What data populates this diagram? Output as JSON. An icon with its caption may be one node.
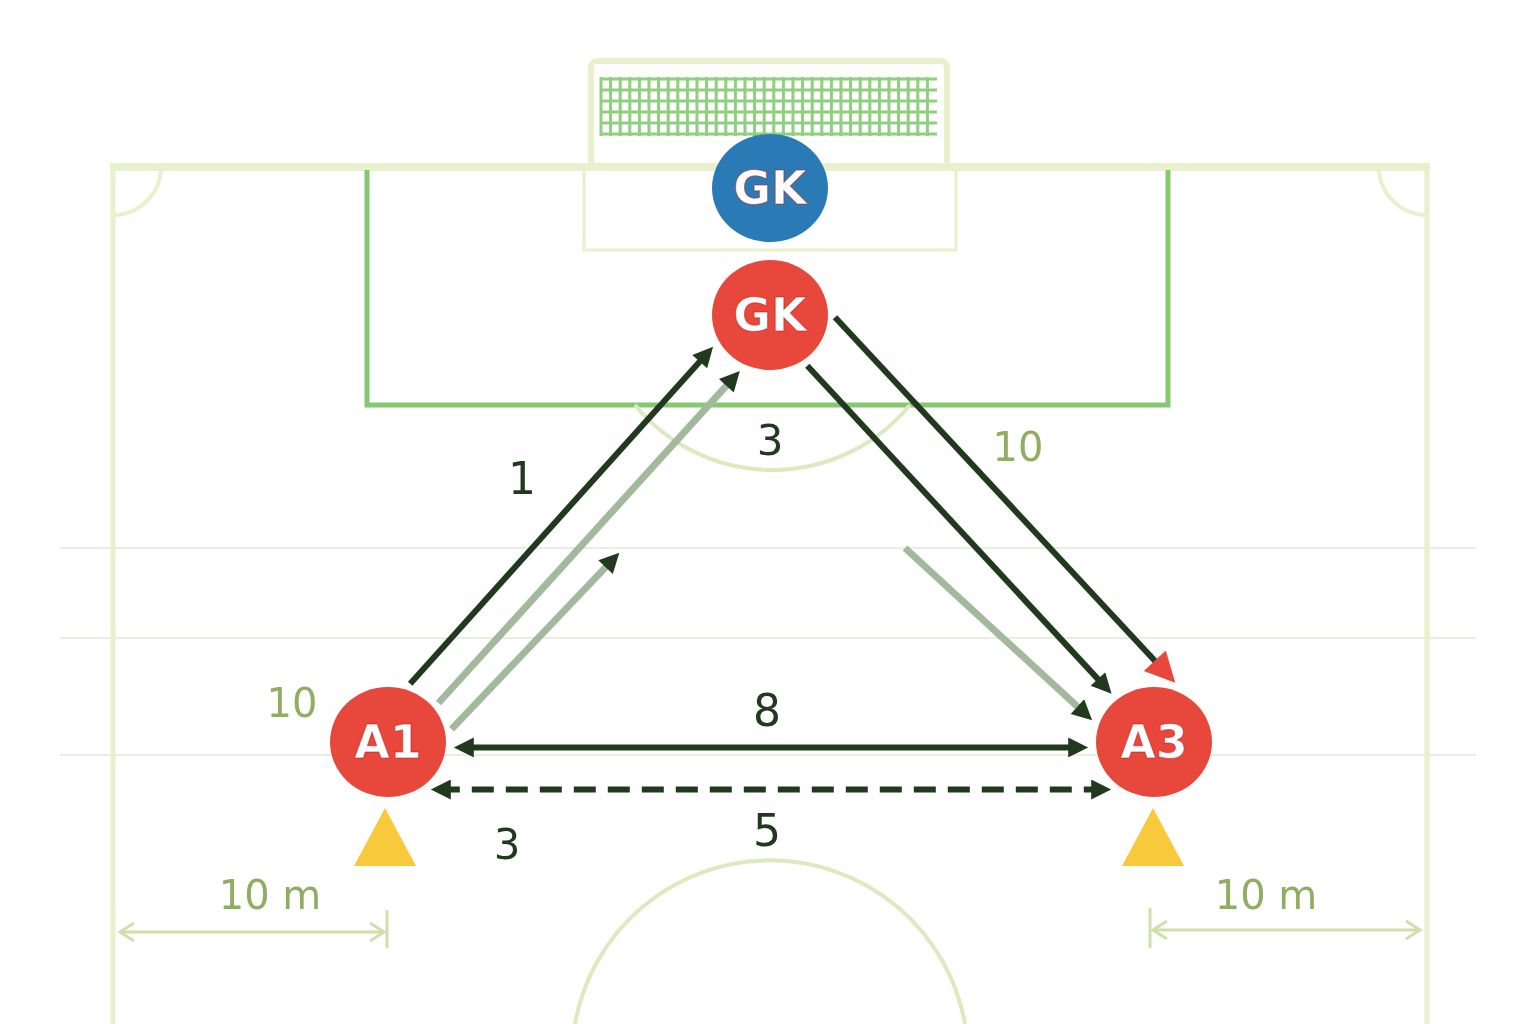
{
  "diagram": {
    "nodes": [
      {
        "text": [
          "GK"
        ]
      },
      {
        "text": [
          "GK"
        ]
      },
      {
        "text": [
          "A1"
        ]
      },
      {
        "text": [
          "A3"
        ]
      }
    ],
    "edges": [
      {
        "from": 2,
        "to": 1,
        "arrow": "to",
        "label": "1"
      },
      {
        "from": 2,
        "to": 1,
        "arrow": "to",
        "color": "#a3b99e"
      },
      {
        "from": 2,
        "to": null,
        "arrow": "to",
        "color": "#a3b99e"
      },
      {
        "from": 1,
        "to": 3,
        "arrow": "to"
      },
      {
        "from": 1,
        "to": 3,
        "arrow": "to"
      },
      {
        "from": null,
        "to": 3,
        "arrow": "to",
        "color": "#a3b99e"
      },
      {
        "from": 2,
        "to": 3,
        "arrow": "both",
        "label": "8"
      },
      {
        "from": 2,
        "to": 3,
        "arrow": "both",
        "style": "dashed",
        "label": "5"
      }
    ],
    "labels": [
      "3",
      "10",
      "10",
      "3",
      "10 m",
      "10 m"
    ]
  }
}
